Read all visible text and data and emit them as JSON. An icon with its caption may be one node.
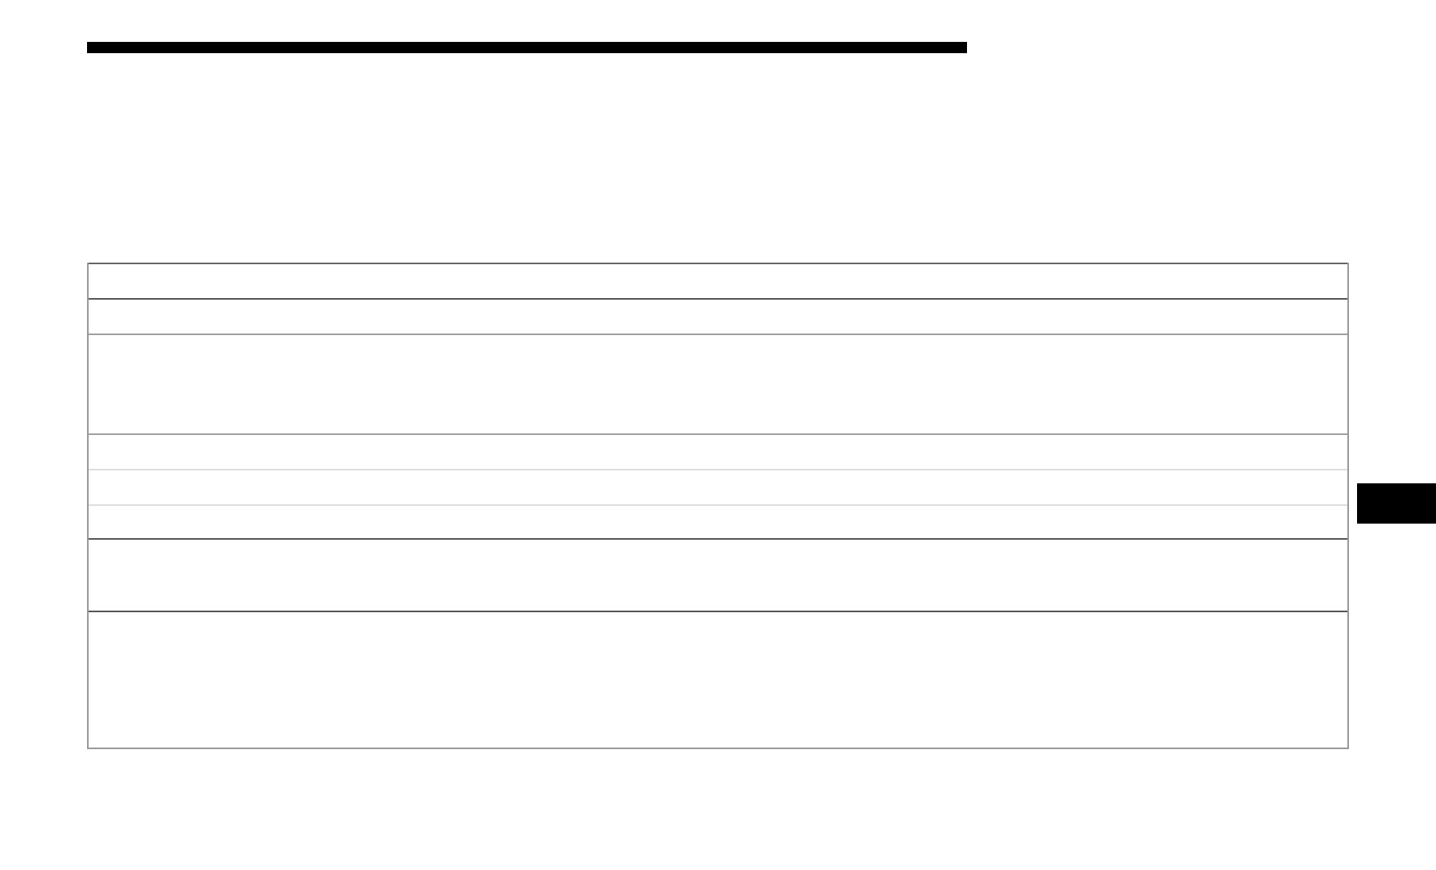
{
  "diagram": {
    "nodes": [
      {
        "text": [],
        "shape": "box"
      },
      {
        "text": [],
        "shape": "box",
        "in": 0
      },
      {
        "text": [],
        "shape": "box",
        "in": 0
      },
      {
        "text": [],
        "shape": "box",
        "in": 0
      },
      {
        "text": [],
        "shape": "box",
        "in": 0
      },
      {
        "text": [],
        "shape": "box",
        "in": 0
      },
      {
        "text": [],
        "shape": "box",
        "in": 0
      },
      {
        "text": [],
        "shape": "box",
        "in": 0
      },
      {
        "text": [],
        "shape": "box",
        "in": 0
      },
      {
        "text": [],
        "shape": "bar"
      },
      {
        "text": [],
        "shape": "box"
      }
    ]
  }
}
